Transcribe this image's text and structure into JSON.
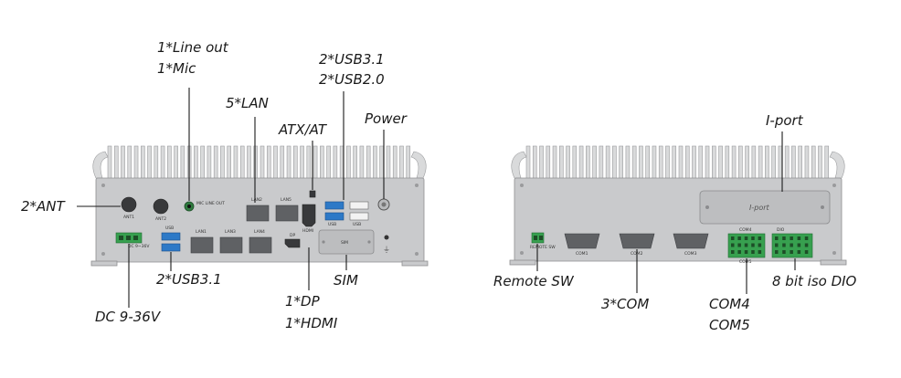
{
  "labels": {
    "line_out": "1*Line out",
    "mic": "1*Mic",
    "usb31_top": "2*USB3.1",
    "usb20_top": "2*USB2.0",
    "lan": "5*LAN",
    "atx_at": "ATX/AT",
    "power": "Power",
    "iport": "I-port",
    "ant": "2*ANT",
    "usb31_bottom": "2*USB3.1",
    "sim": "SIM",
    "dp": "1*DP",
    "hdmi": "1*HDMI",
    "dc": "DC 9-36V",
    "remote_sw": "Remote SW",
    "com3": "3*COM",
    "com4": "COM4",
    "com5": "COM5",
    "dio": "8 bit iso DIO"
  },
  "panel_text": {
    "ant1": "ANT1",
    "ant2": "ANT2",
    "mic_lineout": "MIC LINE OUT",
    "lan1": "LAN1",
    "lan2": "LAN2",
    "lan3": "LAN3",
    "lan4": "LAN4",
    "lan5": "LAN5",
    "usb": "USB",
    "hdmi": "HDMI",
    "dp": "DP",
    "sim": "SIM",
    "dc": "DC 9~36V",
    "remote": "REMOTE SW",
    "com1": "COM1",
    "com2": "COM2",
    "com3": "COM3",
    "com4": "COM4",
    "com5": "COM5",
    "iport": "I-port",
    "dio": "DIO"
  }
}
